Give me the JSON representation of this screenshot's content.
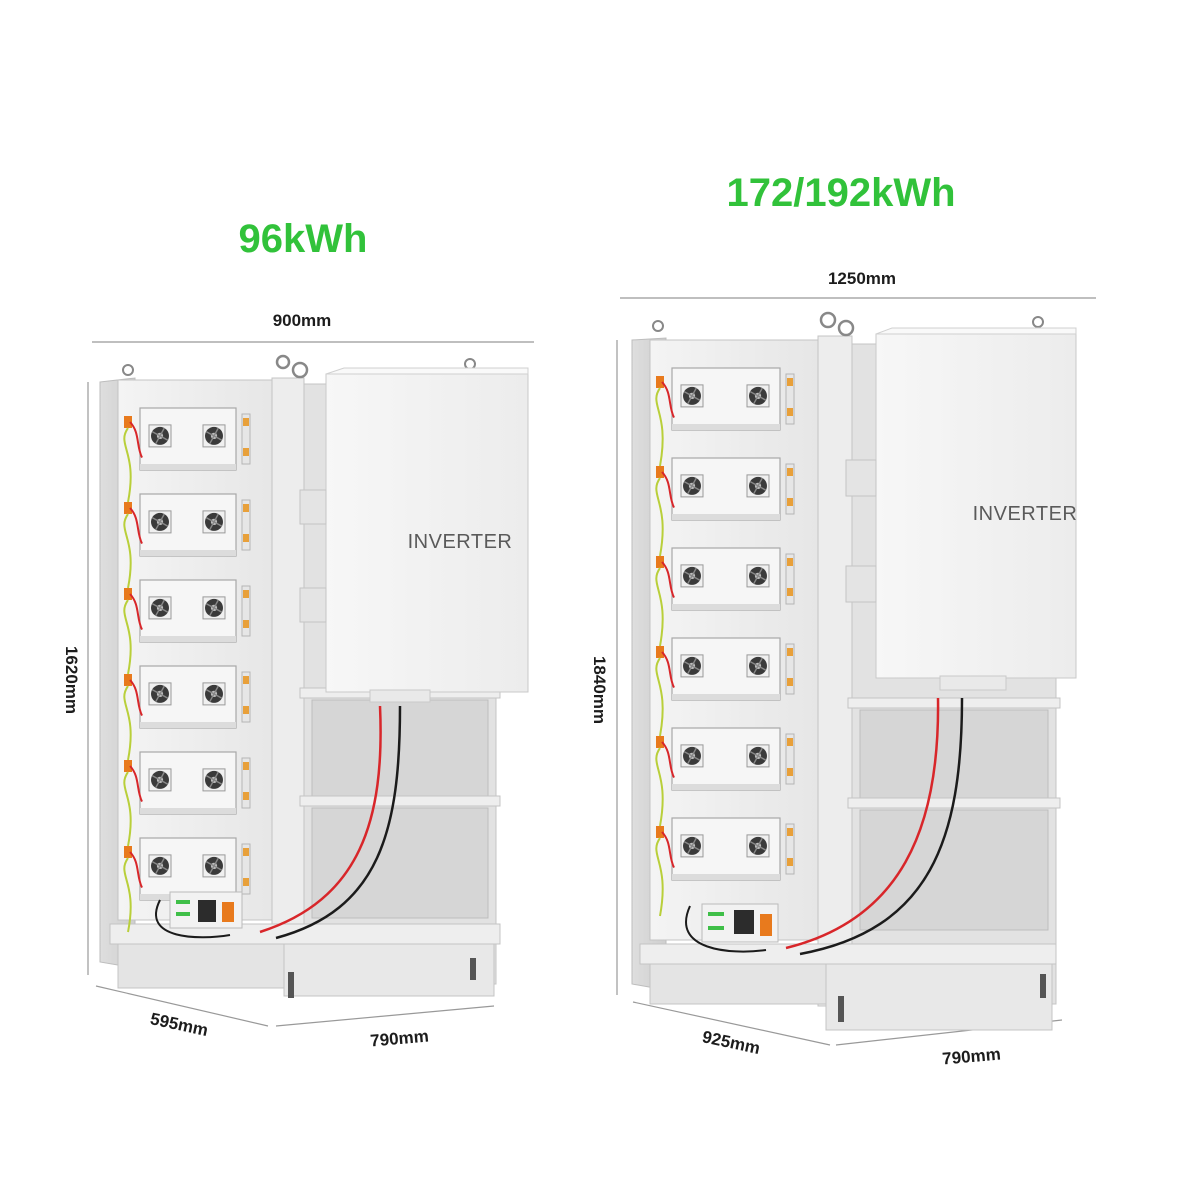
{
  "left_unit": {
    "capacity": "96kWh",
    "width": "900mm",
    "height": "1620mm",
    "depth": "595mm",
    "length": "790mm",
    "inverter_label": "INVERTER",
    "modules": 6
  },
  "right_unit": {
    "capacity": "172/192kWh",
    "width": "1250mm",
    "height": "1840mm",
    "depth": "925mm",
    "length": "790mm",
    "inverter_label": "INVERTER",
    "modules": 6
  },
  "colors": {
    "capacity_text": "#31c23a",
    "cable_red": "#d8262a",
    "cable_black": "#1b1b1b",
    "connector_orange": "#e87a1d"
  }
}
